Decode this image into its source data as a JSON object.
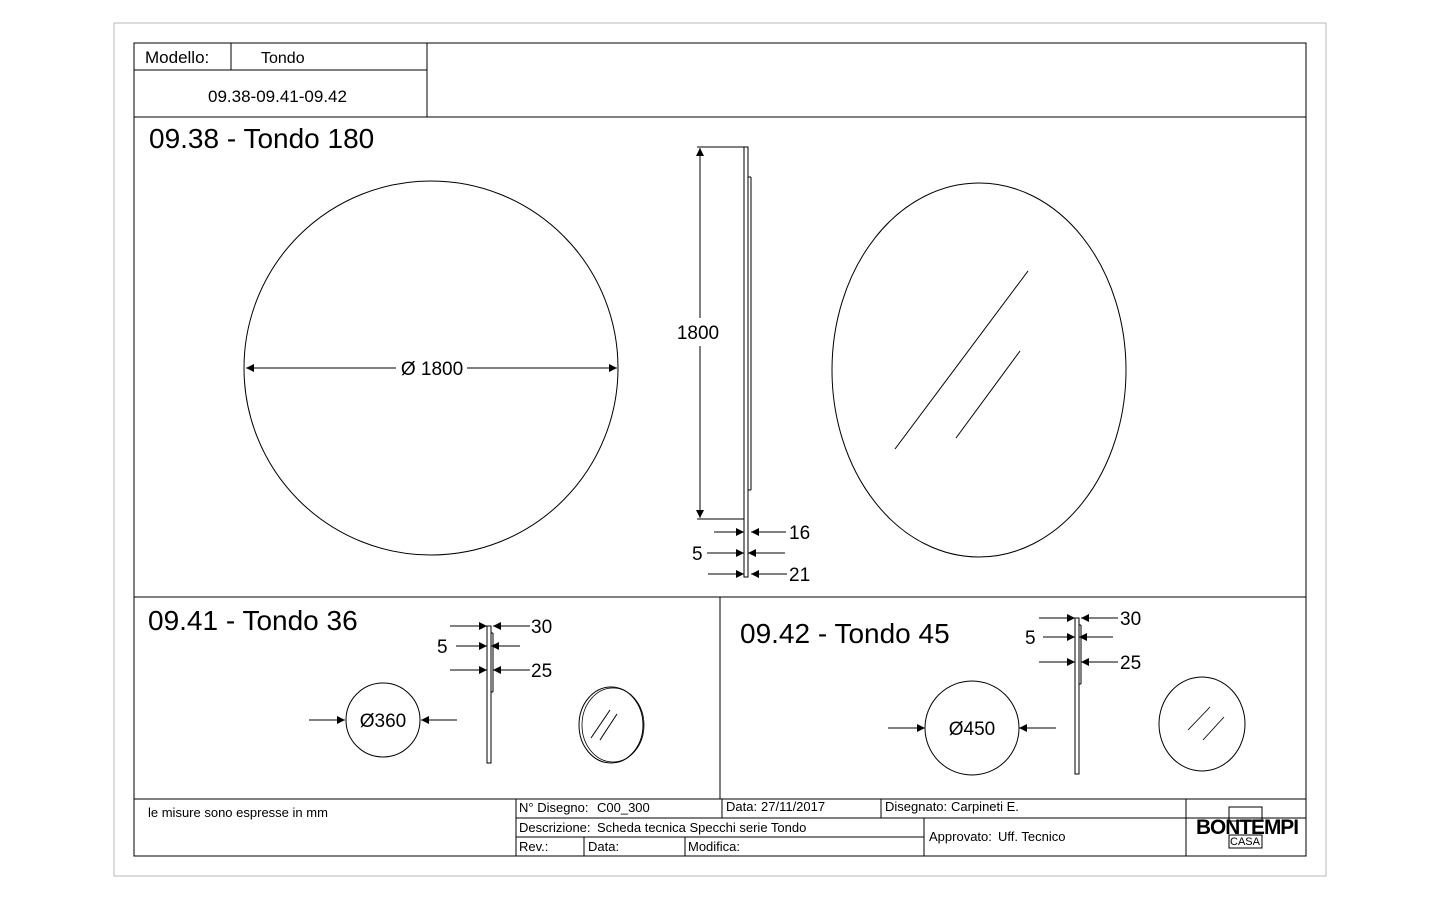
{
  "header": {
    "model_label": "Modello:",
    "model_value": "Tondo",
    "codes": "09.38-09.41-09.42"
  },
  "views": [
    {
      "title": "09.38 - Tondo 180",
      "diameter_label": "Ø 1800",
      "height_label": "1800",
      "thickness_total": "16",
      "thickness_mirror": "5",
      "depth": "21"
    },
    {
      "title": "09.41 - Tondo 36",
      "diameter_label": "Ø360",
      "thickness_total": "30",
      "thickness_mirror": "5",
      "depth": "25"
    },
    {
      "title": "09.42 - Tondo 45",
      "diameter_label": "Ø450",
      "thickness_total": "30",
      "thickness_mirror": "5",
      "depth": "25"
    }
  ],
  "footer": {
    "note": "le misure sono espresse in mm",
    "drawing_no_label": "N° Disegno:",
    "drawing_no": "C00_300",
    "date_label": "Data:",
    "date": "27/11/2017",
    "drawn_label": "Disegnato:",
    "drawn_by": "Carpineti E.",
    "description_label": "Descrizione:",
    "description": "Scheda tecnica Specchi serie Tondo",
    "approved_label": "Approvato:",
    "approved_by": "Uff. Tecnico",
    "rev_label": "Rev.:",
    "rev_date_label": "Data:",
    "change_label": "Modifica:"
  },
  "logo": {
    "brand": "BONTEMPI",
    "sub": "CASA"
  }
}
